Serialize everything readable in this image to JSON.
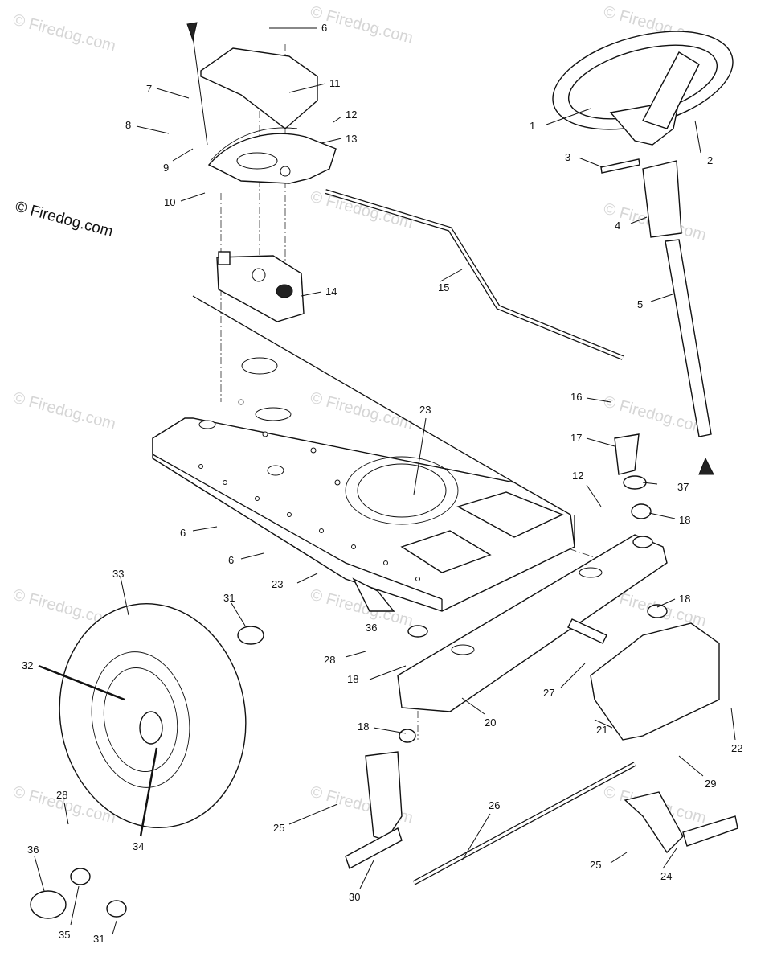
{
  "copyright": "© Firedog.com",
  "watermark": "© Firedog.com",
  "callouts": [
    "1",
    "2",
    "3",
    "4",
    "5",
    "6",
    "6",
    "6",
    "7",
    "8",
    "9",
    "10",
    "11",
    "12",
    "12",
    "13",
    "14",
    "15",
    "16",
    "17",
    "18",
    "18",
    "18",
    "18",
    "20",
    "21",
    "22",
    "23",
    "23",
    "24",
    "25",
    "25",
    "26",
    "27",
    "28",
    "28",
    "29",
    "30",
    "31",
    "31",
    "32",
    "33",
    "34",
    "35",
    "36",
    "36",
    "37"
  ]
}
